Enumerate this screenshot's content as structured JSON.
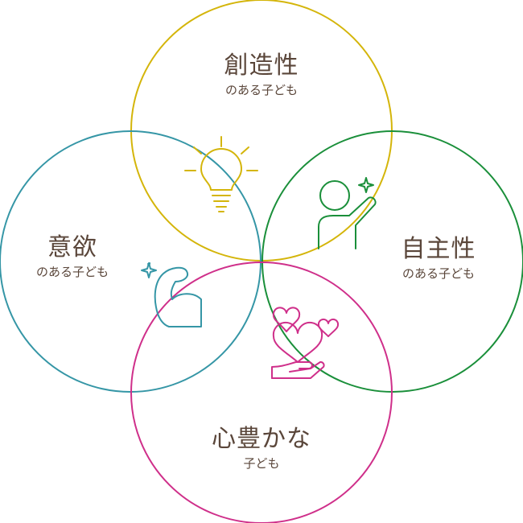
{
  "circles": {
    "creative": {
      "title": "創造性",
      "subtitle": "のある子ども",
      "color": "#d4b50a",
      "icon": "lightbulb-icon"
    },
    "autonomy": {
      "title": "自主性",
      "subtitle": "のある子ども",
      "color": "#1a8f3a",
      "icon": "person-raising-hand-icon"
    },
    "motivation": {
      "title": "意欲",
      "subtitle": "のある子ども",
      "color": "#3596a6",
      "icon": "flexed-arm-icon"
    },
    "heart": {
      "title": "心豊かな",
      "subtitle": "子ども",
      "color": "#cf2f8a",
      "icon": "hearts-in-hand-icon"
    }
  }
}
